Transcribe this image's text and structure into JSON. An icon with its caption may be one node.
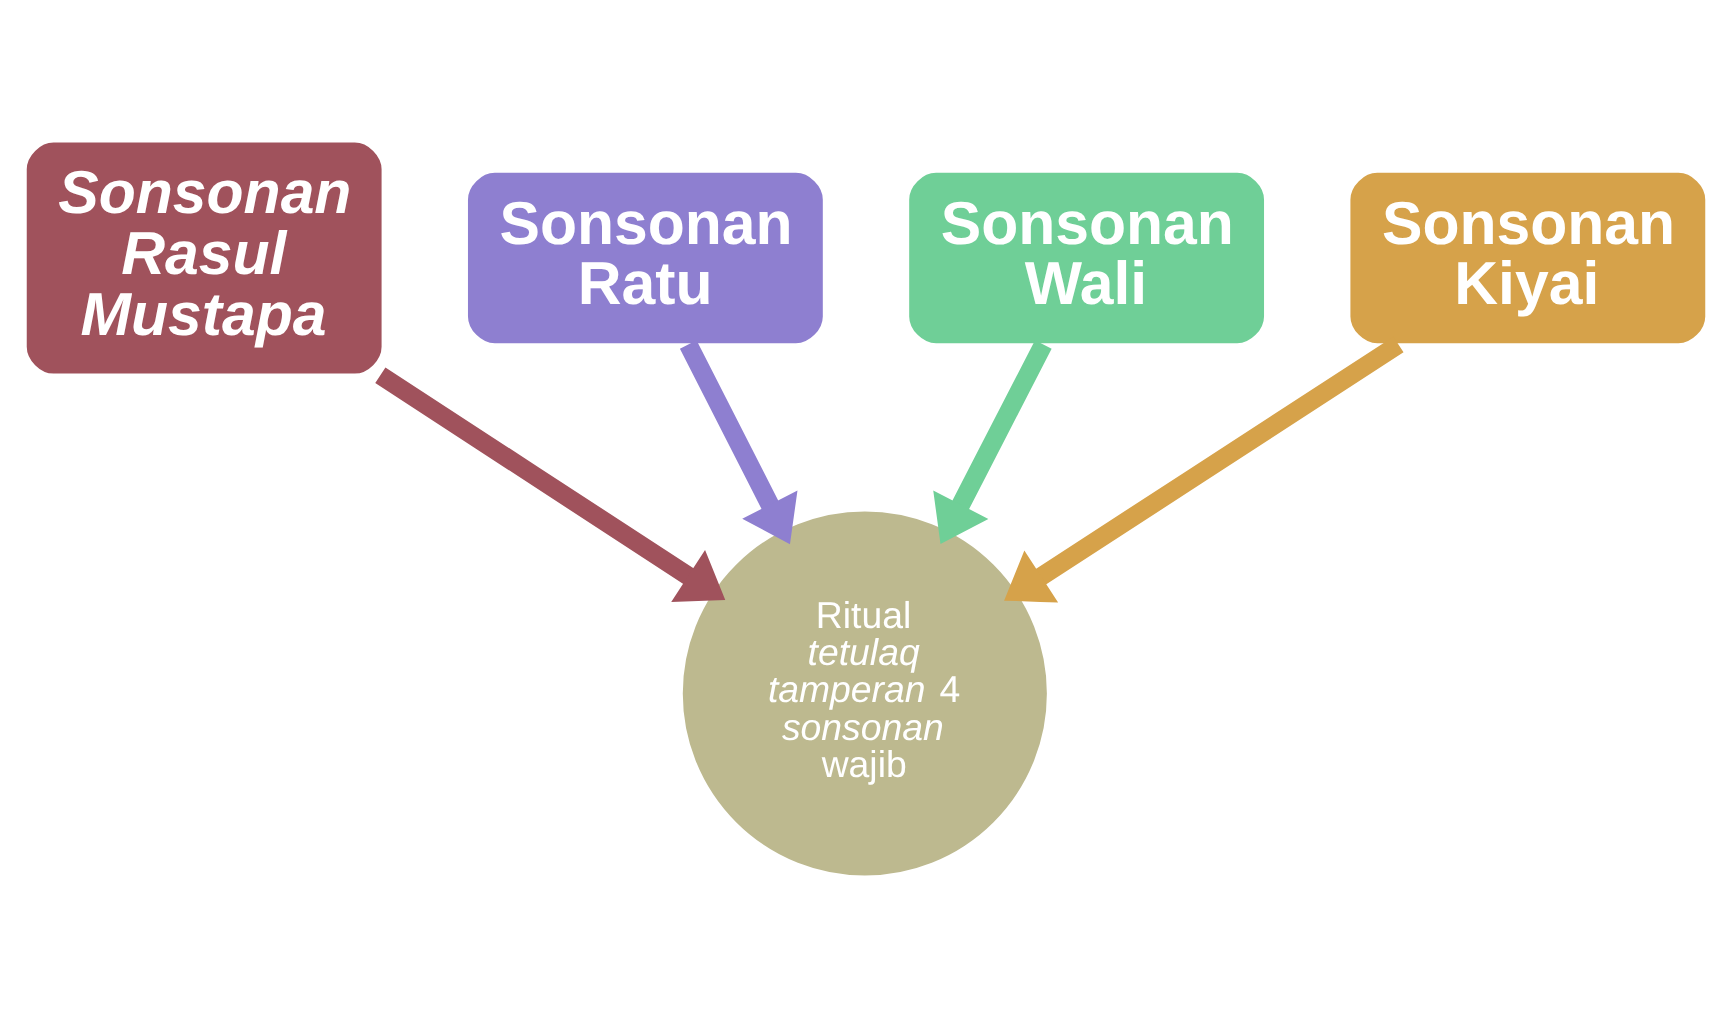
{
  "diagram": {
    "nodes": [
      {
        "text": [
          "Sonsonan Ratu"
        ]
      },
      {
        "text": [
          "Sonsonan Wali"
        ]
      },
      {
        "text": [
          "Sonsonan Rasul Mustapa"
        ]
      },
      {
        "text": [
          "Sonsonan Kiyai"
        ]
      },
      {
        "text": [
          "Ritual *tetulaq* *tamperan* 4 *sonsonan* wajib"
        ]
      }
    ],
    "edges": [
      {
        "from": 0,
        "to": 4,
        "arrow": "to",
        "color": "#8e7fd0"
      },
      {
        "from": 1,
        "to": 4,
        "arrow": "to",
        "color": "#6fcf97"
      },
      {
        "from": 2,
        "to": 4,
        "arrow": "to",
        "color": "#a0525c"
      },
      {
        "from": 3,
        "to": 4,
        "arrow": "to",
        "color": "#d6a24a"
      }
    ]
  }
}
